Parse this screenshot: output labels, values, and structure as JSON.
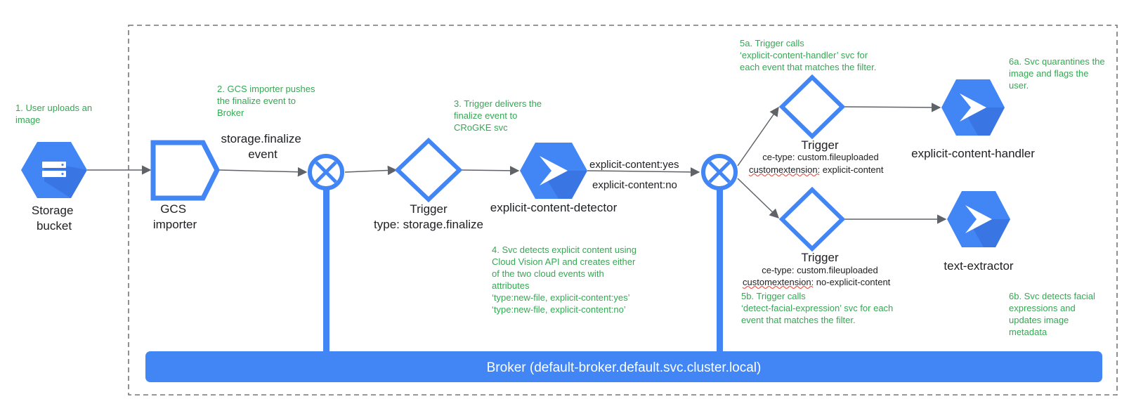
{
  "colors": {
    "primary": "#4285f4",
    "dark_shade": "#3367d6",
    "step_text": "#34a853",
    "arrow": "#5f6368",
    "squiggle": "#ea4335"
  },
  "steps": {
    "s1": [
      "1. User  uploads an",
      "image"
    ],
    "s2": [
      "2. GCS importer pushes",
      "the finalize event to",
      "Broker"
    ],
    "s3": [
      "3. Trigger delivers the",
      "finalize event to",
      "CRoGKE svc"
    ],
    "s4": [
      "4. Svc detects explicit content using",
      "Cloud Vision API and creates either",
      "of the two cloud events with",
      "attributes",
      "‘type:new-file, explicit-content:yes’",
      "‘type:new-file, explicit-content:no’"
    ],
    "s5a": [
      "5a. Trigger calls",
      "‘explicit-content-handler’ svc for",
      "each event that matches the filter."
    ],
    "s5b": [
      "5b. Trigger calls",
      "‘detect-facial-expression’ svc for each",
      "event that matches the filter."
    ],
    "s6a": [
      "6a. Svc quarantines the",
      "image and flags the",
      "user."
    ],
    "s6b": [
      "6b. Svc detects facial",
      "expressions and",
      "updates image",
      "metadata"
    ]
  },
  "nodes": {
    "storage_bucket": {
      "label": [
        "Storage",
        "bucket"
      ],
      "icon": "storage-bucket-icon"
    },
    "gcs_importer": {
      "label": [
        "GCS",
        "importer"
      ],
      "icon": "importer-icon"
    },
    "event_label": [
      "storage.finalize",
      "event"
    ],
    "trigger1": {
      "label": "Trigger",
      "filter": "type: storage.finalize",
      "icon": "trigger-diamond-icon"
    },
    "detector": {
      "label": "explicit-content-detector",
      "icon": "cloud-run-icon"
    },
    "branch_yes": "explicit-content:yes",
    "branch_no": "explicit-content:no",
    "trigger_top": {
      "label": "Trigger",
      "filter_type": "ce-type: custom.fileuploaded",
      "filter_ext_key": "customextension",
      "filter_ext_val": ": explicit-content"
    },
    "trigger_bottom": {
      "label": "Trigger",
      "filter_type": "ce-type: custom.fileuploaded",
      "filter_ext_key": "customextension",
      "filter_ext_val": ": no-explicit-content"
    },
    "handler": {
      "label": "explicit-content-handler",
      "icon": "cloud-run-icon"
    },
    "extractor": {
      "label": "text-extractor",
      "icon": "cloud-run-icon"
    }
  },
  "broker": {
    "label": "Broker (default-broker.default.svc.cluster.local)"
  }
}
